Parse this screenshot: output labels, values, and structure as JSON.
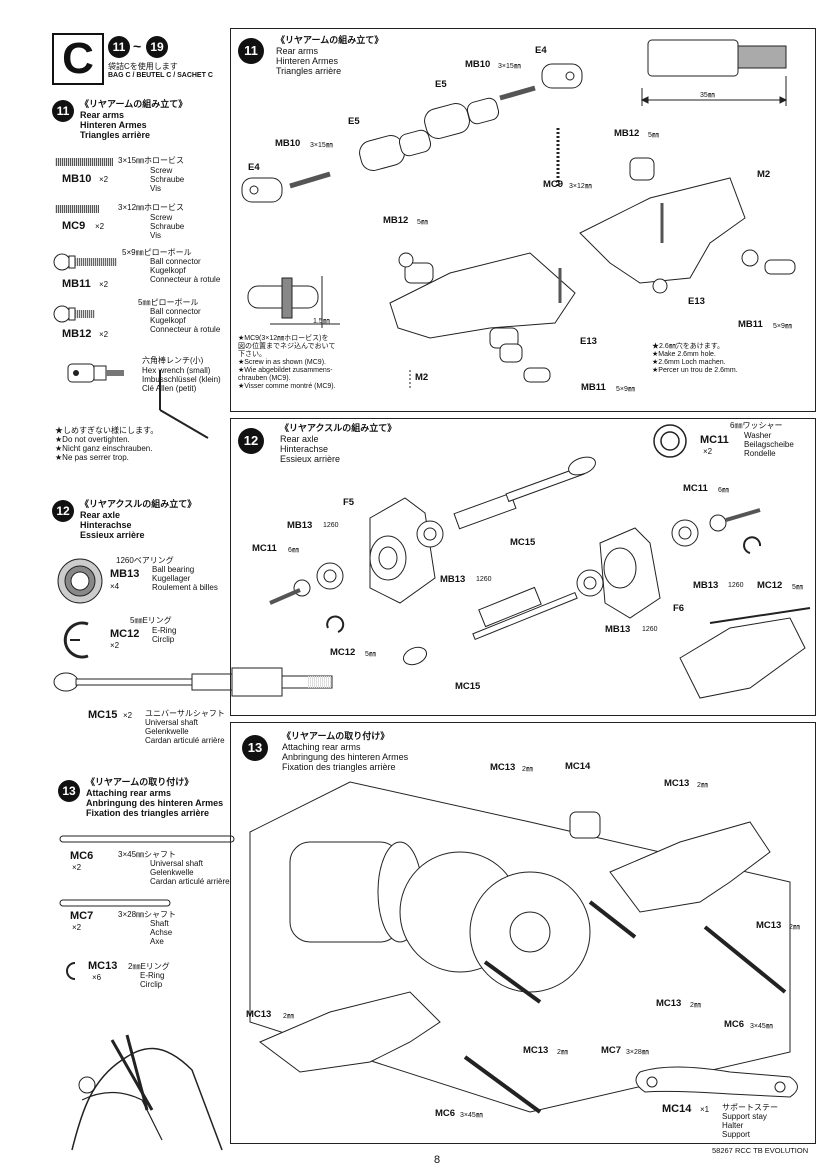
{
  "header": {
    "bag_letter": "C",
    "step_from": "11",
    "step_to": "19",
    "bag_jp": "袋詰Cを使用します",
    "bag_multi": "BAG C / BEUTEL C / SACHET C"
  },
  "left": {
    "s11": {
      "num": "11",
      "jp": "《リヤアームの組み立て》",
      "en": "Rear arms",
      "de": "Hinteren Armes",
      "fr": "Triangles arrière"
    },
    "parts11": [
      {
        "code": "MB10",
        "qty": "×2",
        "size": "3×15㎜ホロービス",
        "l1": "Screw",
        "l2": "Schraube",
        "l3": "Vis"
      },
      {
        "code": "MC9",
        "qty": "×2",
        "size": "3×12㎜ホロービス",
        "l1": "Screw",
        "l2": "Schraube",
        "l3": "Vis"
      },
      {
        "code": "MB11",
        "qty": "×2",
        "size": "5×9㎜ピローボール",
        "l1": "Ball connector",
        "l2": "Kugelkopf",
        "l3": "Connecteur à rotule"
      },
      {
        "code": "MB12",
        "qty": "×2",
        "size": "5㎜ピローボール",
        "l1": "Ball connector",
        "l2": "Kugelkopf",
        "l3": "Connecteur à rotule"
      }
    ],
    "wrench": {
      "jp": "六角棒レンチ(小)",
      "en": "Hex wrench (small)",
      "de": "Imbusschlüssel (klein)",
      "fr": "Clé Allen (petit)"
    },
    "warn": {
      "jp": "★しめすぎない様にします。",
      "en": "★Do not overtighten.",
      "de": "★Nicht ganz einschrauben.",
      "fr": "★Ne pas serrer trop."
    },
    "s12": {
      "num": "12",
      "jp": "《リヤアクスルの組み立て》",
      "en": "Rear axle",
      "de": "Hinterachse",
      "fr": "Essieux arrière"
    },
    "parts12": [
      {
        "code": "MB13",
        "qty": "×4",
        "size": "1260ベアリング",
        "l1": "Ball bearing",
        "l2": "Kugellager",
        "l3": "Roulement à billes"
      },
      {
        "code": "MC12",
        "qty": "×2",
        "size": "5㎜Eリング",
        "l1": "E-Ring",
        "l2": "Circlip",
        "l3": ""
      },
      {
        "code": "MC15",
        "qty": "×2",
        "size": "ユニバーサルシャフト",
        "l1": "Universal shaft",
        "l2": "Gelenkwelle",
        "l3": "Cardan articulé arrière"
      }
    ],
    "s13": {
      "num": "13",
      "jp": "《リヤアームの取り付け》",
      "en": "Attaching rear arms",
      "de": "Anbringung des hinteren Armes",
      "fr": "Fixation des triangles arrière"
    },
    "parts13": [
      {
        "code": "MC6",
        "qty": "×2",
        "size": "3×45㎜シャフト",
        "l1": "Universal shaft",
        "l2": "Gelenkwelle",
        "l3": "Cardan articulé arrière"
      },
      {
        "code": "MC7",
        "qty": "×2",
        "size": "3×28㎜シャフト",
        "l1": "Shaft",
        "l2": "Achse",
        "l3": "Axe"
      },
      {
        "code": "MC13",
        "qty": "×6",
        "size": "2㎜Eリング",
        "l1": "E-Ring",
        "l2": "Circlip",
        "l3": ""
      }
    ]
  },
  "box11": {
    "num": "11",
    "jp": "《リヤアームの組み立て》",
    "en": "Rear arms",
    "de": "Hinteren Armes",
    "fr": "Triangles arrière",
    "labels": {
      "e4a": "E4",
      "e5a": "E5",
      "e5b": "E5",
      "e4b": "E4",
      "mb10a": "MB10",
      "mb10a_s": "3×15㎜",
      "mb10b": "MB10",
      "mb10b_s": "3×15㎜",
      "mb12a": "MB12",
      "mb12a_s": "5㎜",
      "mb12b": "MB12",
      "mb12b_s": "5㎜",
      "mc9": "MC9",
      "mc9_s": "3×12㎜",
      "m2a": "M2",
      "m2b": "M2",
      "e13a": "E13",
      "e13b": "E13",
      "mb11a": "MB11",
      "mb11a_s": "5×9㎜",
      "mb11b": "MB11",
      "mb11b_s": "5×9㎜",
      "dim35": "35㎜",
      "dim15": "1.5㎜"
    },
    "note_mc9": [
      "★MC9(3×12㎜ホロービス)を",
      "図の位置までネジ込んでおいて",
      "下さい。",
      "★Screw in as shown (MC9).",
      "★Wie abgebildet zusammens-",
      "chrauben (MC9).",
      "★Visser comme montré (MC9)."
    ],
    "note_hole": [
      "★2.6㎜穴をあけます。",
      "★Make 2.6mm hole.",
      "★2.6mm Loch machen.",
      "★Percer un trou de 2.6mm."
    ]
  },
  "box12": {
    "num": "12",
    "jp": "《リヤアクスルの組み立て》",
    "en": "Rear axle",
    "de": "Hinterachse",
    "fr": "Essieux arrière",
    "washer": {
      "size": "6㎜ワッシャー",
      "code": "MC11",
      "qty": "×2",
      "l1": "Washer",
      "l2": "Beilagscheibe",
      "l3": "Rondelle"
    },
    "labels": {
      "f5": "F5",
      "mb13a": "MB13",
      "mb13a_s": "1260",
      "mc11a": "MC11",
      "mc11a_s": "6㎜",
      "mb13b": "MB13",
      "mb13b_s": "1260",
      "mc15a": "MC15",
      "mc12a": "MC12",
      "mc12a_s": "5㎜",
      "mc15b": "MC15",
      "mc11b": "MC11",
      "mc11b_s": "6㎜",
      "mb13c": "MB13",
      "mb13c_s": "1260",
      "mc12b": "MC12",
      "mc12b_s": "5㎜",
      "f6": "F6",
      "mb13d": "MB13",
      "mb13d_s": "1260"
    }
  },
  "box13": {
    "num": "13",
    "jp": "《リヤアームの取り付け》",
    "en": "Attaching rear arms",
    "de": "Anbringung des hinteren Armes",
    "fr": "Fixation des triangles arrière",
    "labels": {
      "mc13a": "MC13",
      "mc13a_s": "2㎜",
      "mc14": "MC14",
      "mc13b": "MC13",
      "mc13b_s": "2㎜",
      "mc13c": "MC13",
      "mc13c_s": "2㎜",
      "mc13d": "MC13",
      "mc13d_s": "2㎜",
      "mc13e": "MC13",
      "mc13e_s": "2㎜",
      "mc13f": "MC13",
      "mc13f_s": "2㎜",
      "mc7": "MC7",
      "mc7_s": "3×28㎜",
      "mc6a": "MC6",
      "mc6a_s": "3×45㎜",
      "mc6b": "MC6",
      "mc6b_s": "3×45㎜"
    },
    "support": {
      "code": "MC14",
      "qty": "×1",
      "jp": "サポートステー",
      "l1": "Support stay",
      "l2": "Halter",
      "l3": "Support"
    }
  },
  "footer": {
    "model": "58267 RCC TB EVOLUTION",
    "page": "8"
  }
}
